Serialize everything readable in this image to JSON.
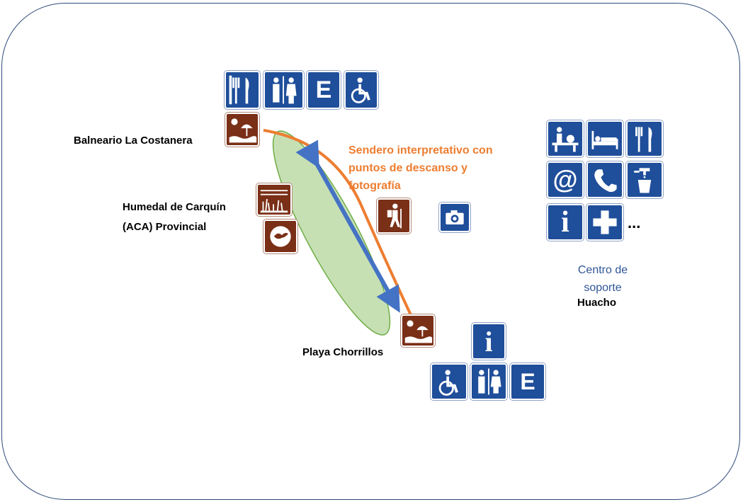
{
  "labels": {
    "balneario": "Balneario La Costanera",
    "humedal_line1": "Humedal de Carquín",
    "humedal_line2": "(ACA) Provincial",
    "sendero_line1": "Sendero interpretativo con",
    "sendero_line2": "puntos de descanso y",
    "sendero_line3": "fotografía",
    "playa": "Playa Chorrillos",
    "centro_line1": "Centro de",
    "centro_line2": "soporte",
    "huacho": "Huacho",
    "more": "..."
  },
  "signs": {
    "info_letter": "i",
    "parking_letter": "E",
    "email_symbol": "@"
  },
  "colors": {
    "sign_blue": "#1f4e9a",
    "sign_brown": "#7a2f17",
    "trail_orange": "#ed7d31",
    "arrow_blue": "#4472c4",
    "wetland_green": "#c6e0b4",
    "centro_text": "#2f5597"
  },
  "icons": [
    "restaurant-icon",
    "restroom-icon",
    "parking-icon",
    "accessible-icon",
    "beach-icon",
    "wetland-icon",
    "bird-icon",
    "hiking-icon",
    "camera-icon",
    "reception-icon",
    "lodging-icon",
    "phone-icon",
    "drinking-water-icon",
    "info-icon",
    "first-aid-icon"
  ]
}
